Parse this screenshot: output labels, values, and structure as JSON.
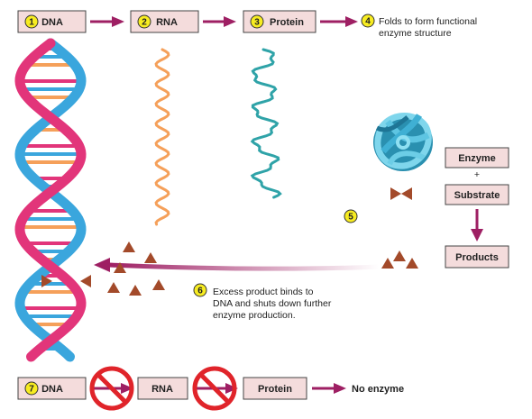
{
  "pathway": {
    "step1": {
      "num": "1",
      "label": "DNA"
    },
    "step2": {
      "num": "2",
      "label": "RNA"
    },
    "step3": {
      "num": "3",
      "label": "Protein"
    },
    "step4": {
      "num": "4",
      "line1": "Folds to form functional",
      "line2": "enzyme structure"
    }
  },
  "reaction": {
    "enzyme": "Enzyme",
    "plus": "+",
    "substrate": "Substrate",
    "products": "Products",
    "step5": {
      "num": "5"
    }
  },
  "feedback": {
    "step6": {
      "num": "6",
      "line1": "Excess product binds to",
      "line2": "DNA and shuts down further",
      "line3": "enzyme production."
    }
  },
  "blocked": {
    "step7": {
      "num": "7",
      "dna": "DNA"
    },
    "rna": "RNA",
    "protein": "Protein",
    "result": "No enzyme"
  },
  "colors": {
    "box_fill": "#f4dcdc",
    "box_stroke": "#444444",
    "badge_fill": "#f7ec21",
    "arrow": "#9e1f63",
    "dna_pink": "#e2357a",
    "dna_blue": "#3aa6dd",
    "rna": "#f5a05a",
    "protein": "#2fa3a8",
    "product": "#a34a2a",
    "no_sign": "#e0242a"
  }
}
